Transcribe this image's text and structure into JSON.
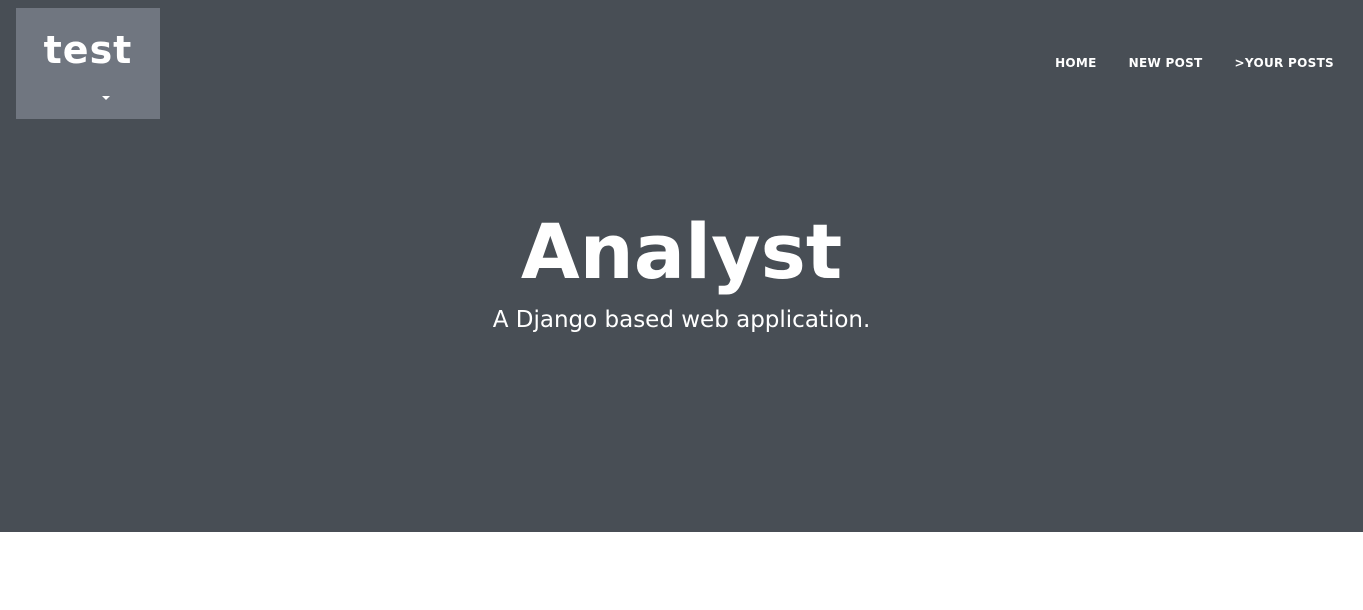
{
  "brand": {
    "label": "test",
    "dropdown_icon": "caret-down-icon"
  },
  "nav": {
    "items": [
      {
        "label": "HOME"
      },
      {
        "label": "NEW POST"
      },
      {
        "label": ">YOUR POSTS"
      }
    ]
  },
  "hero": {
    "title": "Analyst",
    "subtitle": "A Django based web application."
  },
  "colors": {
    "hero_background": "#484e55",
    "brand_background": "#707680",
    "text": "#ffffff",
    "page_background": "#ffffff"
  }
}
